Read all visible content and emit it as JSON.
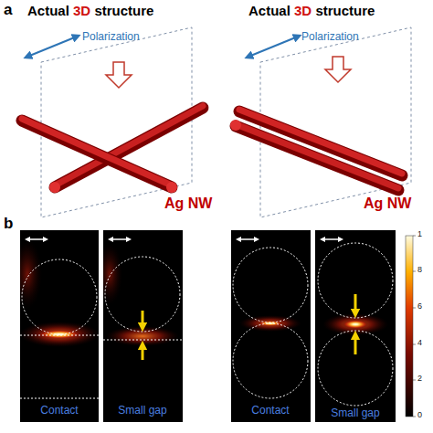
{
  "diagram": {
    "labels": [
      "a",
      "Actual 3D structure",
      "Polarization",
      "Ag NW",
      "Actual 3D structure",
      "Polarization",
      "Ag NW",
      "b",
      "Contact",
      "Small gap",
      "Contact",
      "Small gap",
      "1",
      "8",
      "6",
      "4",
      "2",
      "0"
    ]
  }
}
